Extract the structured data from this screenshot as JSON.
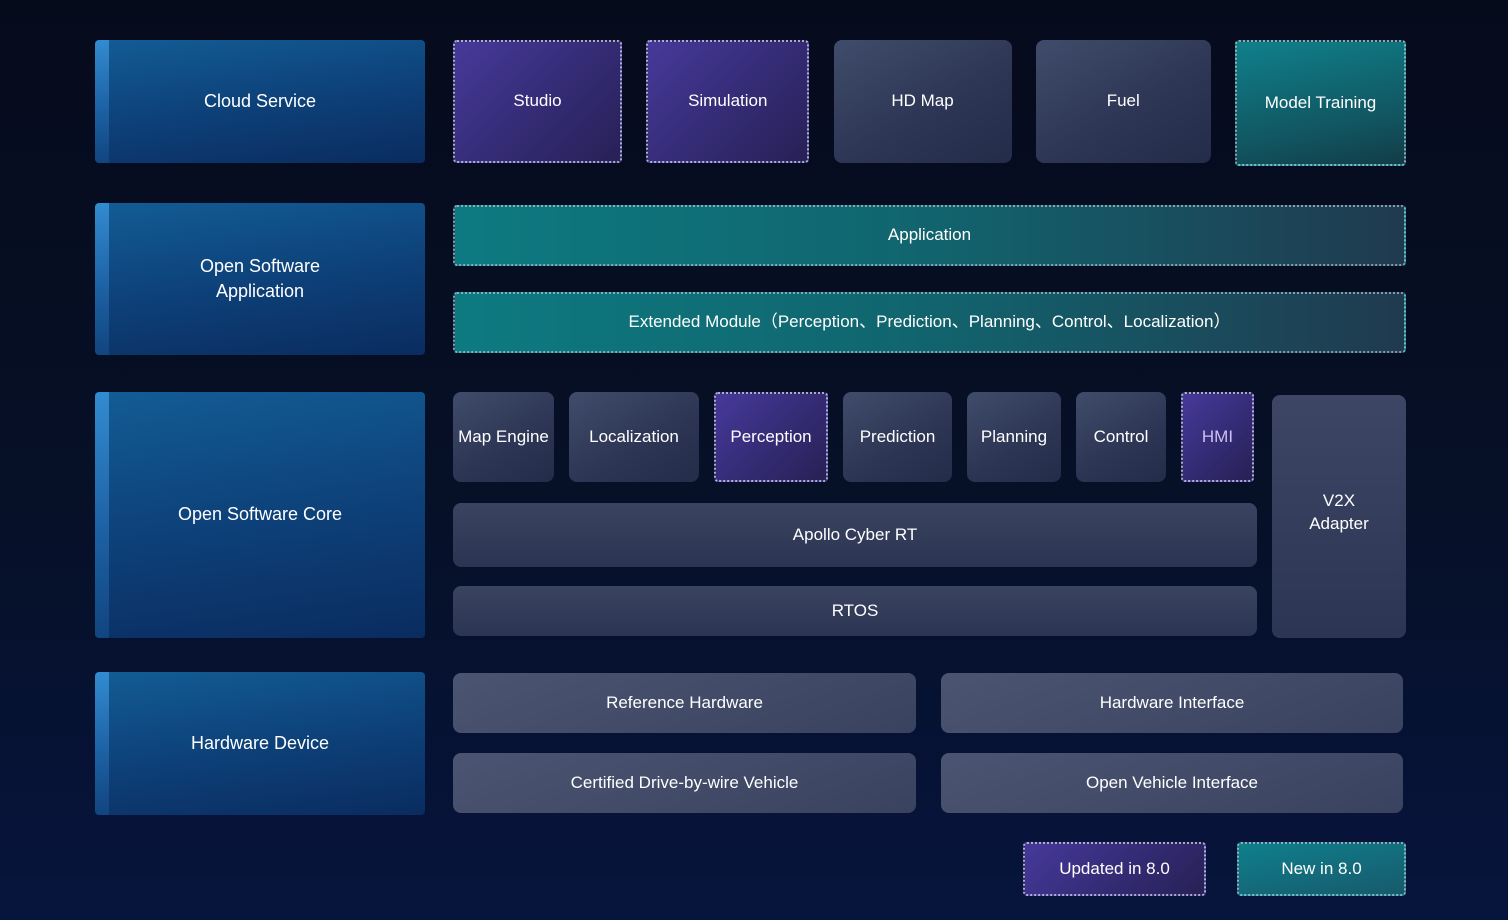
{
  "colors": {
    "background_top": "#060b1c",
    "background_bottom": "#07143d",
    "category_blue_top": "#135c95",
    "category_blue_bottom": "#0a2c60",
    "category_stripe_blue": "#338bd0",
    "module_slate_top": "#404c6b",
    "module_slate_bottom": "#232c49",
    "hardware_slate_top": "#4b5571",
    "hardware_slate_bottom": "#39425f",
    "updated_purple_top": "#46399a",
    "updated_purple_bottom": "#272155",
    "new_teal_top": "#0f808b",
    "new_teal_bottom": "#123c47",
    "hmi_text": "#cbc0f2",
    "text": "#ffffff"
  },
  "rows": {
    "cloud": {
      "category": "Cloud Service",
      "items": {
        "studio": "Studio",
        "simulation": "Simulation",
        "hd_map": "HD Map",
        "fuel": "Fuel",
        "model_training": "Model Training"
      }
    },
    "application": {
      "category": "Open Software Application",
      "bars": {
        "application": "Application",
        "extended_module": "Extended Module（Perception、Prediction、Planning、Control、Localization）"
      }
    },
    "core": {
      "category": "Open Software Core",
      "modules": {
        "map_engine": "Map Engine",
        "localization": "Localization",
        "perception": "Perception",
        "prediction": "Prediction",
        "planning": "Planning",
        "control": "Control",
        "hmi": "HMI"
      },
      "runtime": {
        "cyber_rt": "Apollo Cyber RT",
        "rtos": "RTOS"
      },
      "v2x_adapter": "V2X Adapter"
    },
    "hardware": {
      "category": "Hardware Device",
      "items": {
        "reference_hardware": "Reference Hardware",
        "hardware_interface": "Hardware Interface",
        "certified_vehicle": "Certified Drive-by-wire Vehicle",
        "open_vehicle_interface": "Open Vehicle Interface"
      }
    }
  },
  "legend": {
    "updated": "Updated in 8.0",
    "new": "New in 8.0"
  }
}
